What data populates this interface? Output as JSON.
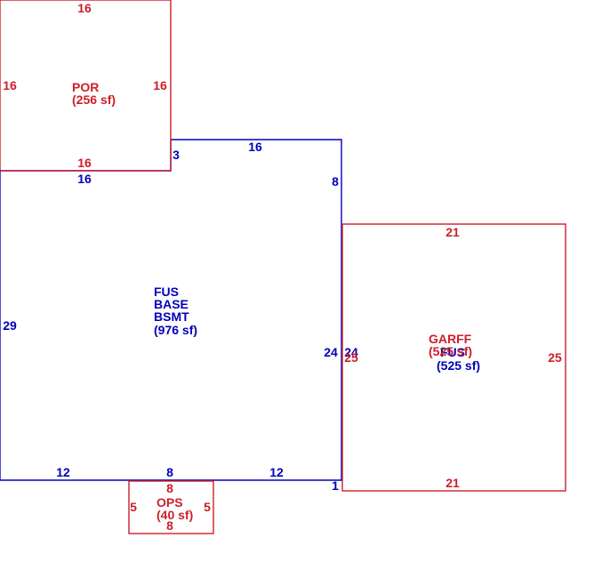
{
  "colors": {
    "house": "#0000bb",
    "addition": "#cc1f2a"
  },
  "por": {
    "lines": [
      "POR",
      "(256 sf)"
    ],
    "dims": {
      "top": "16",
      "left": "16",
      "right": "16",
      "bottom": "16"
    }
  },
  "main": {
    "lines": [
      "FUS",
      "BASE",
      "BSMT",
      "(976 sf)"
    ],
    "dims": {
      "step_left": "3",
      "top": "16",
      "right_upper": "8",
      "under_por": "16",
      "left": "29",
      "right_lower": "24",
      "bottom_left": "12",
      "bottom_mid": "8",
      "bottom_right": "12",
      "corner": "1"
    }
  },
  "garage": {
    "lines": [
      "GARFF",
      "(525 sf)"
    ],
    "dims": {
      "top": "21",
      "left": "25",
      "right": "25",
      "bottom": "21"
    }
  },
  "garage_sub": {
    "lines": [
      "FUS",
      "(525 sf)"
    ],
    "dims": {
      "left": "24"
    }
  },
  "ops": {
    "lines": [
      "OPS",
      "(40 sf)"
    ],
    "dims": {
      "top": "8",
      "left": "5",
      "right": "5",
      "bottom": "8"
    }
  }
}
